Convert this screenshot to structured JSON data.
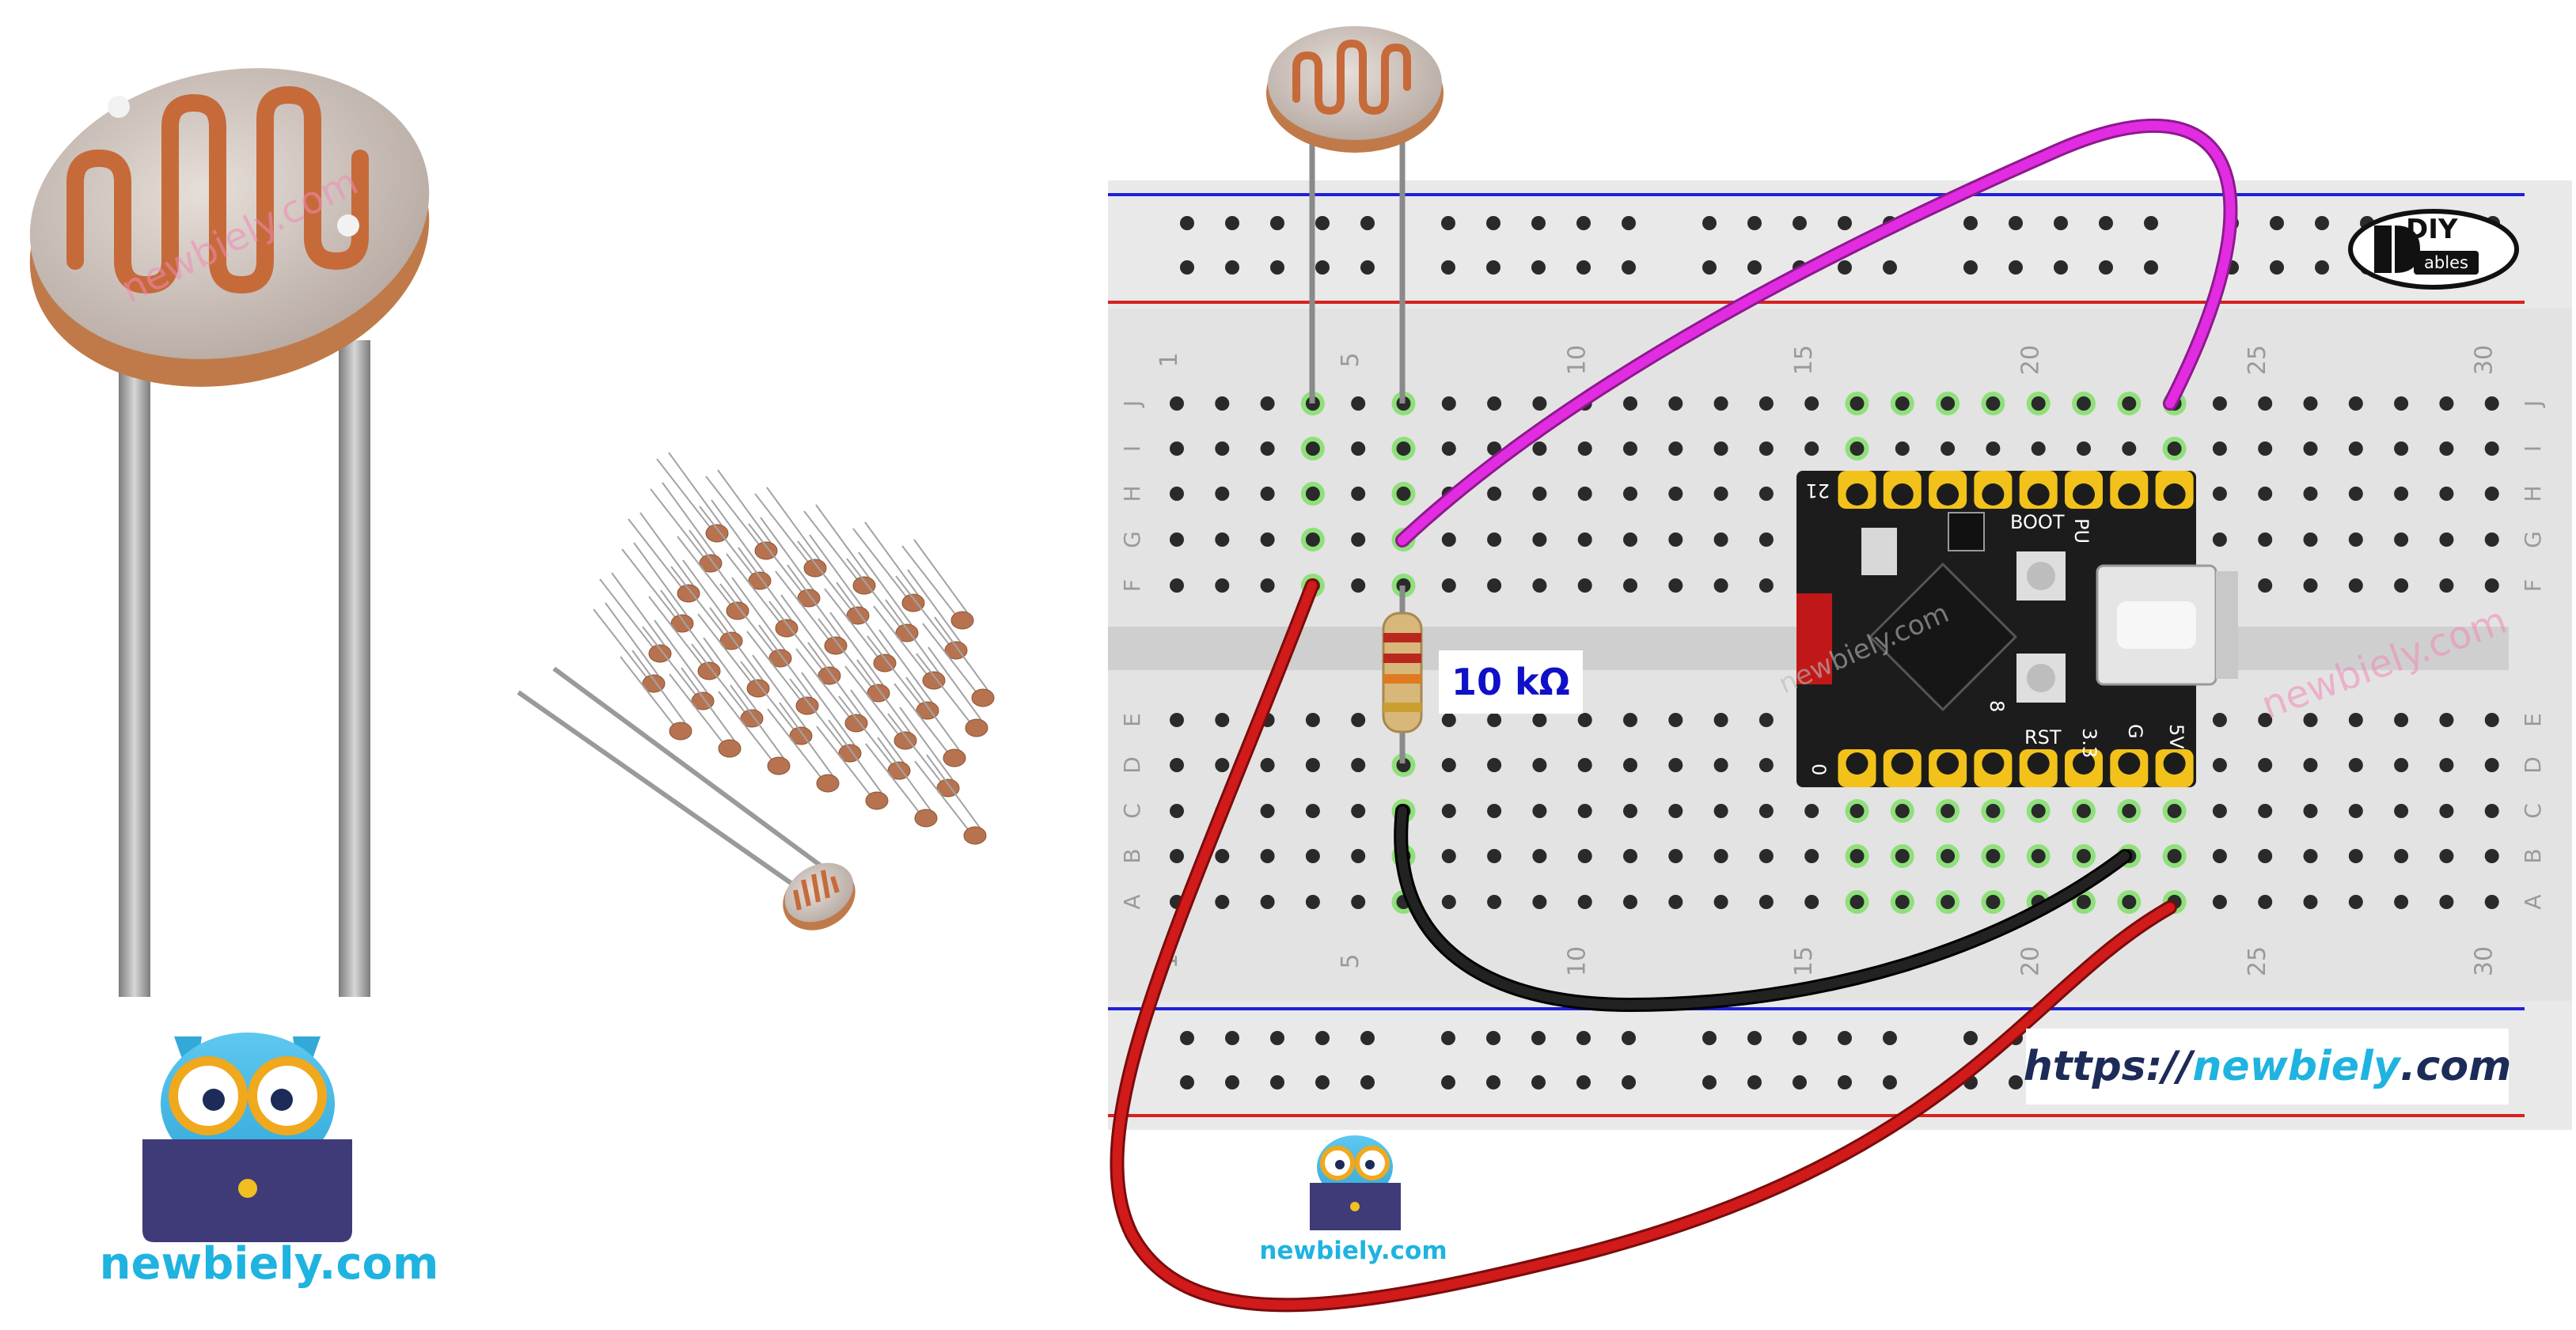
{
  "diagram": {
    "resistor_label": "10 kΩ",
    "url": {
      "prefix": "https://",
      "name": "newbiely",
      "suffix": ".com"
    },
    "brand_large": "newbiely.com",
    "brand_small": "newbiely.com",
    "watermark": "newbiely.com",
    "diy_logo": {
      "top": "DIY",
      "bottom": "ables"
    },
    "board_labels": {
      "boot": "BOOT",
      "rst": "RST",
      "pu": "PU",
      "pin_top_left": "21",
      "pin_bottom_left": "0",
      "pin_3v3": "3.3",
      "pin_g": "G",
      "pin_5v": "5V",
      "pin_8": "8"
    },
    "column_numbers": [
      "1",
      "5",
      "10",
      "15",
      "20",
      "25",
      "30"
    ],
    "row_letters_top": [
      "J",
      "I",
      "H",
      "G",
      "F"
    ],
    "row_letters_bottom": [
      "E",
      "D",
      "C",
      "B",
      "A"
    ],
    "wires": [
      {
        "name": "vcc-wire",
        "color": "#d11a1a"
      },
      {
        "name": "gnd-wire",
        "color": "#111111"
      },
      {
        "name": "signal-wire",
        "color": "#e22ce2"
      }
    ]
  }
}
